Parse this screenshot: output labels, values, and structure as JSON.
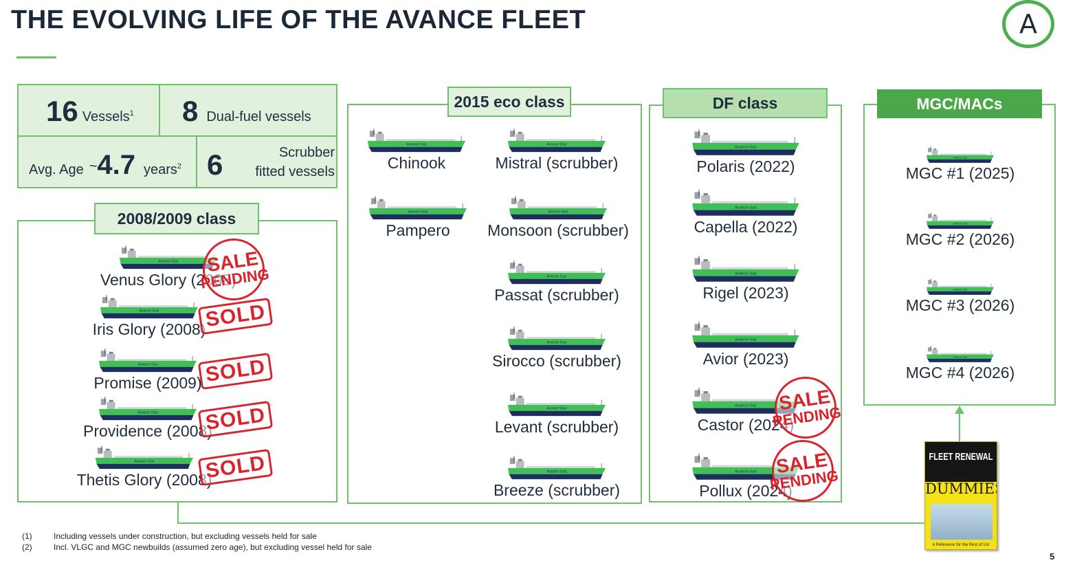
{
  "page": {
    "title": "THE EVOLVING LIFE OF THE AVANCE FLEET",
    "logo_letter": "A",
    "page_number": "5"
  },
  "stats": {
    "vessels_count": "16",
    "vessels_label": "Vessels",
    "vessels_note": "1",
    "dual_fuel_count": "8",
    "dual_fuel_label": "Dual-fuel vessels",
    "avg_age_label": "Avg. Age",
    "avg_age_prefix": "~",
    "avg_age_value": "4.7",
    "avg_age_unit": "years",
    "avg_age_note": "2",
    "scrubber_count": "6",
    "scrubber_label_1": "Scrubber",
    "scrubber_label_2": "fitted vessels"
  },
  "ship_livery": "Avance Gas",
  "colors": {
    "accent_green": "#6cc36a",
    "label_bg": "#e2f1de",
    "dark_green": "#4aa84a",
    "stamp_red": "#d9232d",
    "hull_green": "#3fbf56",
    "hull_navy": "#1d2f5c"
  },
  "classes": {
    "c2008": {
      "label": "2008/2009 class",
      "vessels": [
        {
          "name": "Venus Glory (2008)",
          "stamp": "sale_pending"
        },
        {
          "name": "Iris Glory (2008)",
          "stamp": "sold"
        },
        {
          "name": "Promise (2009)",
          "stamp": "sold"
        },
        {
          "name": "Providence (2008)",
          "stamp": "sold"
        },
        {
          "name": "Thetis Glory (2008)",
          "stamp": "sold"
        }
      ]
    },
    "c2015": {
      "label": "2015 eco class",
      "vessels": [
        {
          "name": "Chinook"
        },
        {
          "name": "Mistral (scrubber)"
        },
        {
          "name": "Pampero"
        },
        {
          "name": "Monsoon (scrubber)"
        },
        {
          "name": "Passat (scrubber)"
        },
        {
          "name": "Sirocco (scrubber)"
        },
        {
          "name": "Levant (scrubber)"
        },
        {
          "name": "Breeze (scrubber)"
        }
      ]
    },
    "df": {
      "label": "DF class",
      "vessels": [
        {
          "name": "Polaris (2022)"
        },
        {
          "name": "Capella (2022)"
        },
        {
          "name": "Rigel (2023)"
        },
        {
          "name": "Avior (2023)"
        },
        {
          "name": "Castor (2024)",
          "stamp": "sale_pending"
        },
        {
          "name": "Pollux (2024)",
          "stamp": "sale_pending"
        }
      ]
    },
    "mgc": {
      "label": "MGC/MACs",
      "vessels": [
        {
          "name": "MGC #1 (2025)"
        },
        {
          "name": "MGC #2 (2026)"
        },
        {
          "name": "MGC #3 (2026)"
        },
        {
          "name": "MGC #4 (2026)"
        }
      ]
    }
  },
  "stamps": {
    "sold": "SOLD",
    "sale": "SALE",
    "pending": "PENDING"
  },
  "book": {
    "title": "FLEET RENEWAL",
    "for": "FOR",
    "dummies": "DUMMIES",
    "tagline": "A Reference for the Rest of Us!"
  },
  "footnotes": [
    {
      "num": "(1)",
      "text": "Including vessels under construction, but excluding vessels held for sale"
    },
    {
      "num": "(2)",
      "text": "Incl. VLGC and MGC newbuilds (assumed zero age), but excluding vessel held for sale"
    }
  ]
}
